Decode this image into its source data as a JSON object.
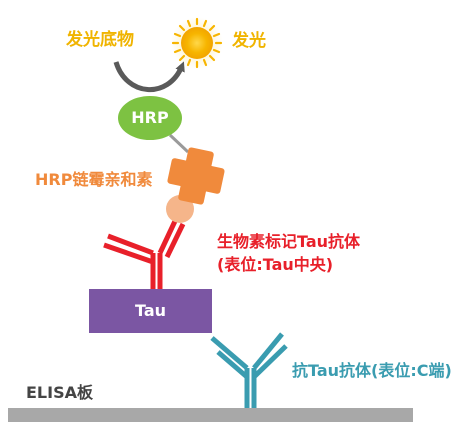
{
  "labels": {
    "substrate": "发光底物",
    "emission": "发光",
    "hrp": "HRP",
    "hrp_streptavidin": "HRP链霉亲和素",
    "biotin_antibody_line1": "生物素标记Tau抗体",
    "biotin_antibody_line2": "(表位:Tau中央)",
    "tau": "Tau",
    "anti_tau_antibody": "抗Tau抗体(表位:C端)",
    "plate": "ELISA板"
  },
  "colors": {
    "yellow_text": "#f0b400",
    "hrp_green": "#7dc242",
    "streptavidin_orange": "#f08a3c",
    "biotin_peach": "#f5b58a",
    "red_antibody": "#e8202a",
    "tau_purple": "#7b56a3",
    "teal_antibody": "#3a9cb0",
    "plate_gray": "#a8a8a8"
  }
}
